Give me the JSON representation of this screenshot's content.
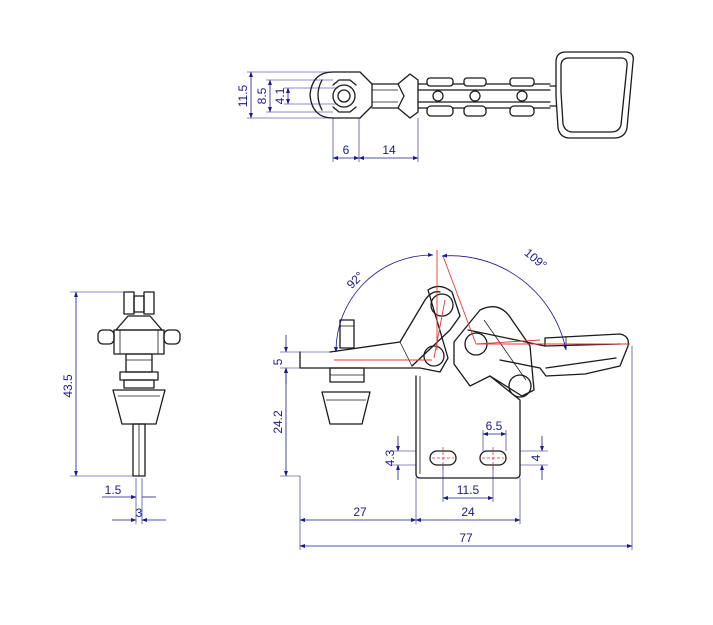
{
  "colors": {
    "line": "#1a1a1a",
    "dimension": "#1a1a8a",
    "centerline": "#e53935",
    "background": "#ffffff"
  },
  "top_view": {
    "dim_11_5": "11.5",
    "dim_8_5": "8.5",
    "dim_4_1": "4.1",
    "dim_6": "6",
    "dim_14": "14"
  },
  "side_view": {
    "dim_43_5": "43.5",
    "dim_1_5": "1.5",
    "dim_3": "3"
  },
  "front_view": {
    "angle_92": "92°",
    "angle_109": "109°",
    "dim_5": "5",
    "dim_24_2": "24.2",
    "dim_4_3": "4.3",
    "dim_6_5": "6.5",
    "dim_4": "4",
    "dim_11_5": "11.5",
    "dim_27": "27",
    "dim_24": "24",
    "dim_77": "77"
  }
}
